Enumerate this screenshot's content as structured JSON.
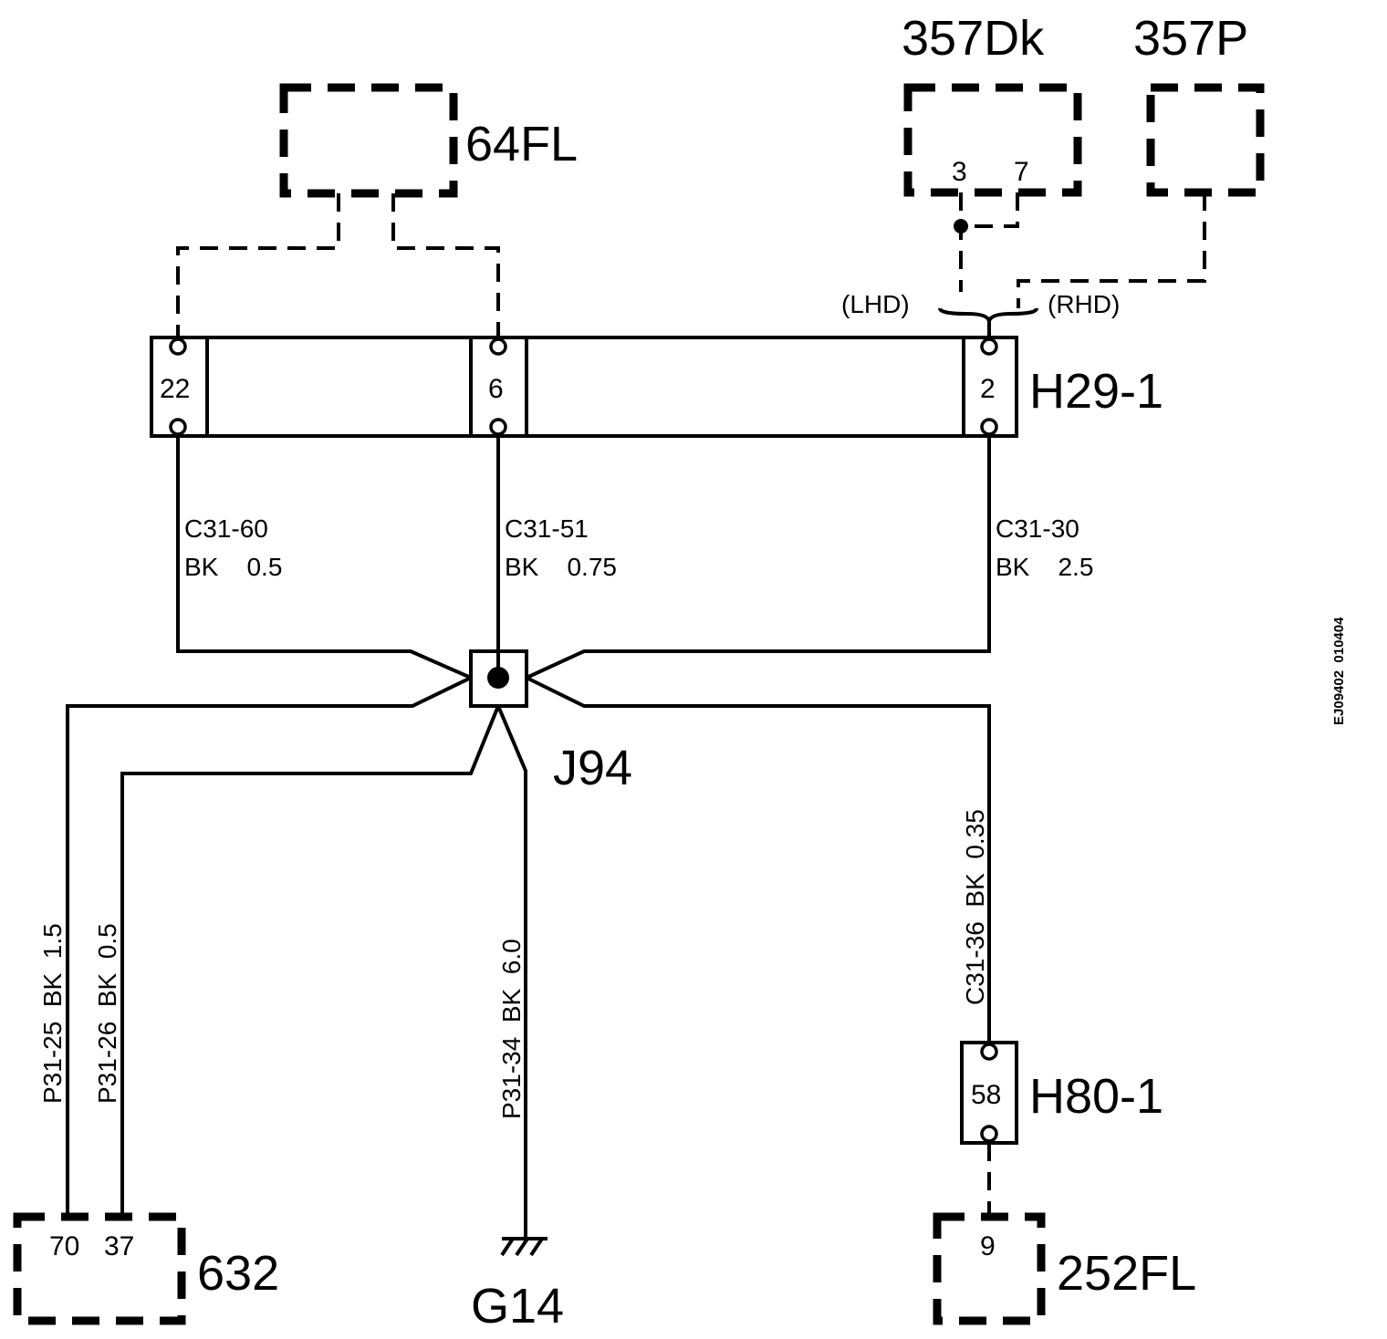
{
  "components": {
    "c64fl": {
      "label": "64FL"
    },
    "c357dk": {
      "label": "357Dk",
      "pins": [
        "3",
        "7"
      ]
    },
    "c357p": {
      "label": "357P"
    },
    "c632": {
      "label": "632",
      "pins": [
        "70",
        "37"
      ]
    },
    "c252fl": {
      "label": "252FL",
      "pins": [
        "9"
      ]
    }
  },
  "connectors": {
    "h29": {
      "label": "H29-1",
      "pins": [
        "22",
        "6",
        "2"
      ]
    },
    "h80": {
      "label": "H80-1",
      "pins": [
        "58"
      ]
    }
  },
  "splice": {
    "label": "J94"
  },
  "ground": {
    "label": "G14"
  },
  "variants": {
    "lhd": "(LHD)",
    "rhd": "(RHD)"
  },
  "wires": {
    "c31_60": {
      "id": "C31-60",
      "spec": "BK    0.5"
    },
    "c31_51": {
      "id": "C31-51",
      "spec": "BK    0.75"
    },
    "c31_30": {
      "id": "C31-30",
      "spec": "BK    2.5"
    },
    "c31_36": {
      "text": "C31-36  BK  0.35"
    },
    "p31_25": {
      "text": "P31-25  BK  1.5"
    },
    "p31_26": {
      "text": "P31-26  BK  0.5"
    },
    "p31_34": {
      "text": "P31-34  BK  6.0"
    }
  },
  "figure_id": "EJ09402  010404"
}
